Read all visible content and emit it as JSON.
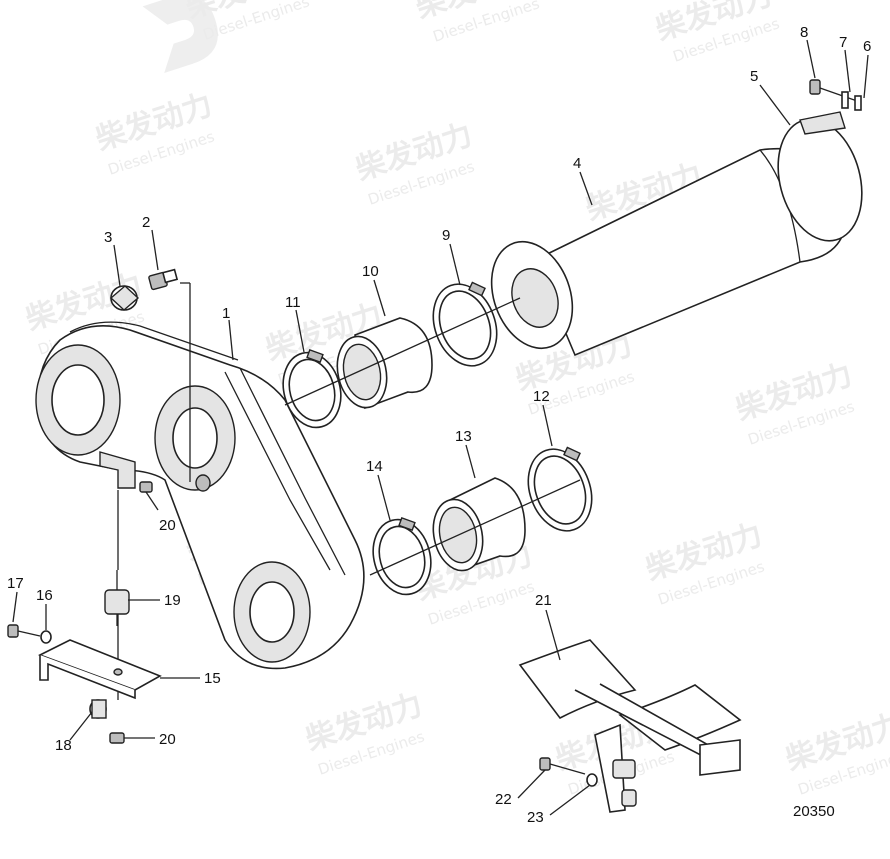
{
  "diagram": {
    "drawing_number": "20350",
    "callouts": [
      "1",
      "2",
      "3",
      "4",
      "5",
      "6",
      "7",
      "8",
      "9",
      "10",
      "11",
      "12",
      "13",
      "14",
      "15",
      "16",
      "17",
      "18",
      "19",
      "20",
      "20",
      "21",
      "22",
      "23"
    ]
  },
  "watermark": {
    "brand_cn": "柴发动力",
    "brand_en": "Diesel-Engines"
  }
}
